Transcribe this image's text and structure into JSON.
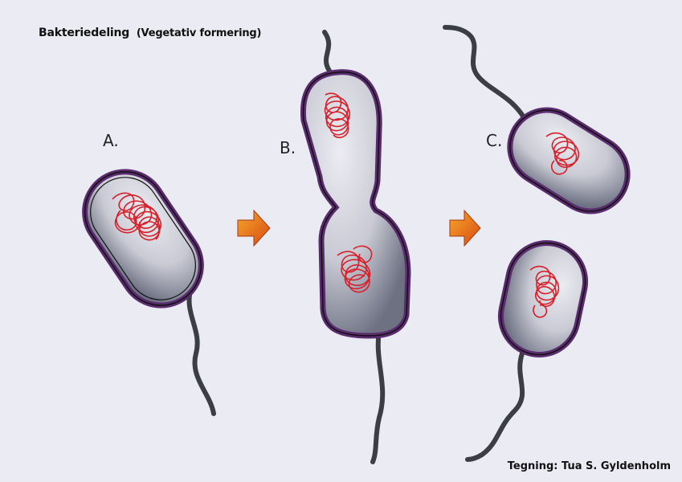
{
  "title": {
    "main": "Bakteriedeling",
    "sub": "(Vegetativ formering)"
  },
  "stages": {
    "a": "A.",
    "b": "B.",
    "c": "C."
  },
  "credit": "Tegning: Tua S. Gyldenholm",
  "colors": {
    "membrane": "#5a2b6e",
    "cell_light": "#dcdce6",
    "cell_dark": "#6d7182",
    "dna": "#d8202a",
    "flagellum": "#3b3e42",
    "arrow_start": "#f6a72c",
    "arrow_end": "#d94a12"
  }
}
